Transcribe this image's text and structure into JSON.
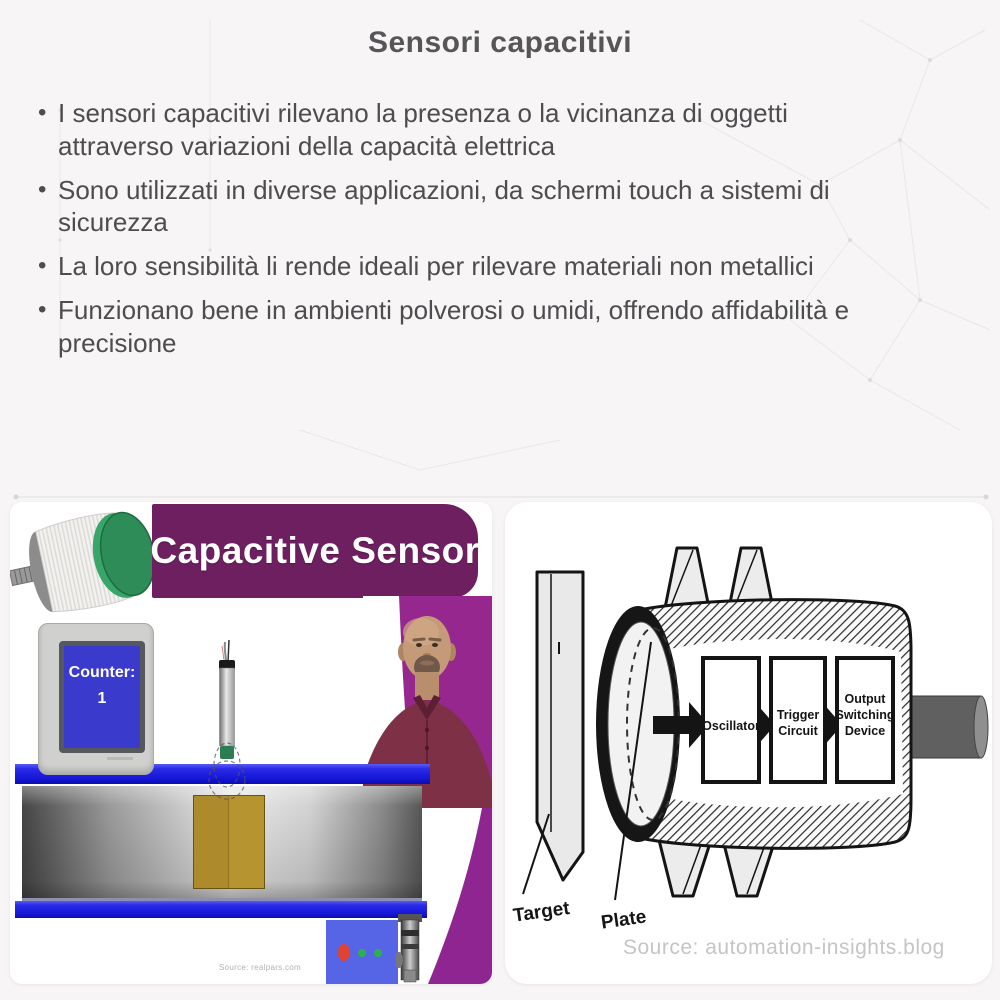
{
  "title": "Sensori capacitivi",
  "bullets": [
    "I sensori capacitivi rilevano la presenza o la vicinanza di oggetti attraverso variazioni della capacità elettrica",
    "Sono utilizzati in diverse applicazioni, da schermi touch a sistemi di sicurezza",
    "La loro sensibilità li rende ideali per rilevare materiali non metallici",
    "Funzionano bene in ambienti polverosi o umidi, offrendo affidabilità e precisione"
  ],
  "left_figure": {
    "banner_title": "Capacitive Sensor",
    "counter_label": "Counter:",
    "counter_value": "1",
    "source_caption": "Source: realpars.com",
    "colors": {
      "banner_purple": "#6d1f60",
      "presenter_magenta": "#96278e",
      "swoosh_purple": "#8e2590",
      "conveyor_blue": "#1d1dd9",
      "crate_gold": "#b3902f",
      "screen_blue": "#3a3acc",
      "indicator_blue": "#5565e5",
      "shirt_maroon": "#7d3046",
      "sensor_green": "#2e8c58"
    }
  },
  "right_figure": {
    "oscillator": "Oscillator",
    "trigger_line1": "Trigger",
    "trigger_line2": "Circuit",
    "output_line1": "Output",
    "output_line2": "Switching",
    "output_line3": "Device",
    "target_label": "Target",
    "plate_label": "Plate",
    "watermark": "Source: automation-insights.blog"
  }
}
